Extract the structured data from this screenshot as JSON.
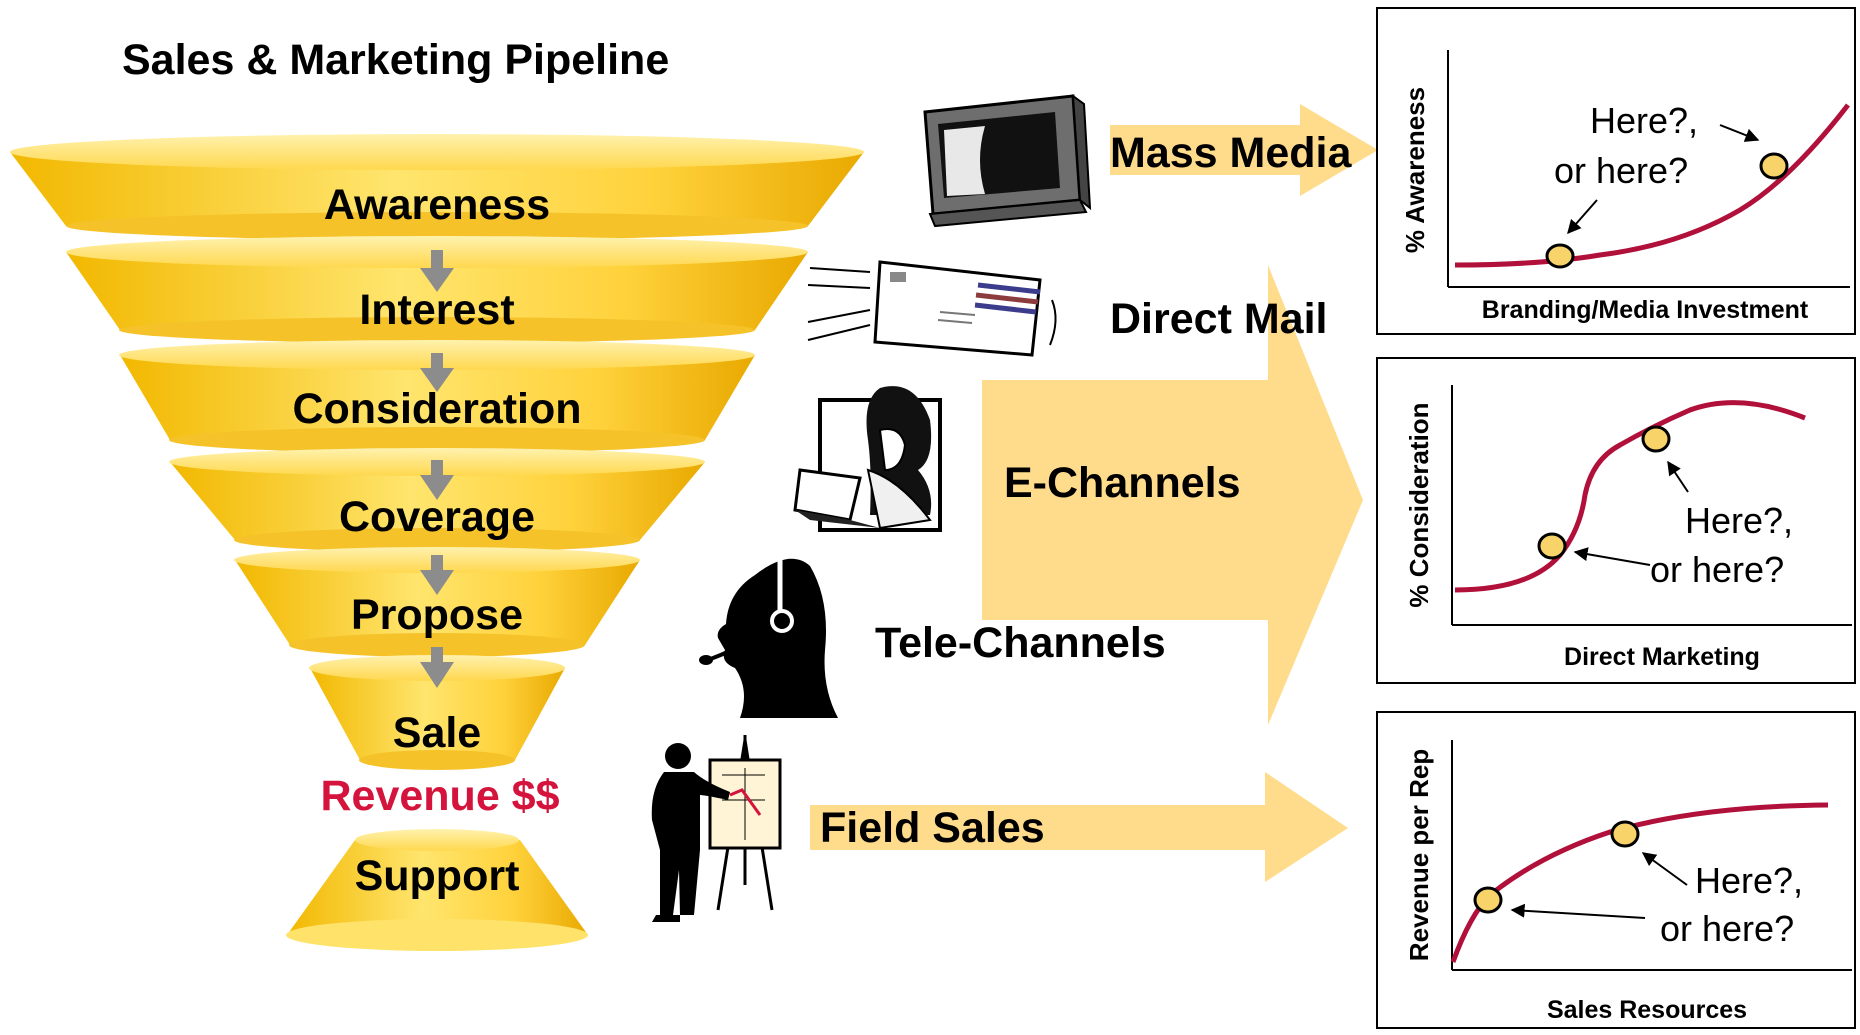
{
  "title": "Sales & Marketing Pipeline",
  "colors": {
    "funnel_light": "#FFE680",
    "funnel_mid": "#FFD23C",
    "funnel_dark": "#E8A800",
    "arrow_fill": "#FFDB8C",
    "revenue_red": "#D4143C",
    "curve_red": "#B0103A",
    "marker_fill": "#F7D36A",
    "connector_gray": "#8C8C8C"
  },
  "funnel": {
    "stages": [
      "Awareness",
      "Interest",
      "Consideration",
      "Coverage",
      "Propose",
      "Sale"
    ],
    "revenue_label": "Revenue $$",
    "support_label": "Support"
  },
  "channels": {
    "mass_media": "Mass Media",
    "direct_mail": "Direct Mail",
    "e_channels": "E-Channels",
    "tele_channels": "Tele-Channels",
    "field_sales": "Field Sales"
  },
  "icons": {
    "mass_media": "television-icon",
    "direct_mail": "envelope-icon",
    "e_channels": "laptop-user-icon",
    "tele_channels": "headset-operator-icon",
    "field_sales": "presenter-easel-icon"
  },
  "charts": [
    {
      "ylabel": "% Awareness",
      "xlabel": "Branding/Media  Investment",
      "annotation_line1": "Here?,",
      "annotation_line2": "or here?",
      "curve_shape": "exponential-increasing"
    },
    {
      "ylabel": "% Consideration",
      "xlabel": "Direct Marketing",
      "annotation_line1": "Here?,",
      "annotation_line2": "or here?",
      "curve_shape": "s-curve"
    },
    {
      "ylabel": "Revenue per Rep",
      "xlabel": "Sales Resources",
      "annotation_line1": "Here?,",
      "annotation_line2": "or here?",
      "curve_shape": "concave-diminishing-returns"
    }
  ]
}
